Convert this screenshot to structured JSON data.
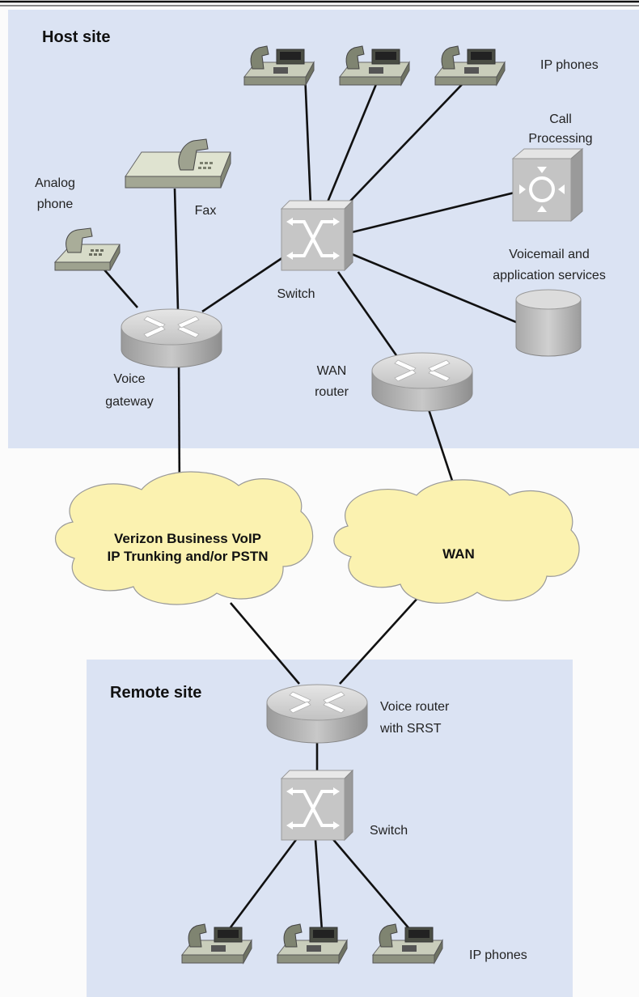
{
  "zones": {
    "host_title": "Host site",
    "remote_title": "Remote site"
  },
  "labels": {
    "ip_phones_top": "IP phones",
    "call_processing_1": "Call",
    "call_processing_2": "Processing",
    "analog_1": "Analog",
    "analog_2": "phone",
    "fax": "Fax",
    "voicemail_1": "Voicemail and",
    "voicemail_2": "application services",
    "switch_host": "Switch",
    "voice_gw_1": "Voice",
    "voice_gw_2": "gateway",
    "wan_router_1": "WAN",
    "wan_router_2": "router",
    "voice_router_1": "Voice router",
    "voice_router_2": "with SRST",
    "switch_remote": "Switch",
    "ip_phones_bottom": "IP phones"
  },
  "clouds": {
    "pstn_1": "Verizon Business VoIP",
    "pstn_2": "IP Trunking and/or PSTN",
    "wan": "WAN"
  },
  "colors": {
    "zone_fill": "#dbe3f3",
    "cloud_fill": "#fbf2b0",
    "device_gray": "#b8b8b8",
    "phone_fill": "#d4d8c4"
  }
}
